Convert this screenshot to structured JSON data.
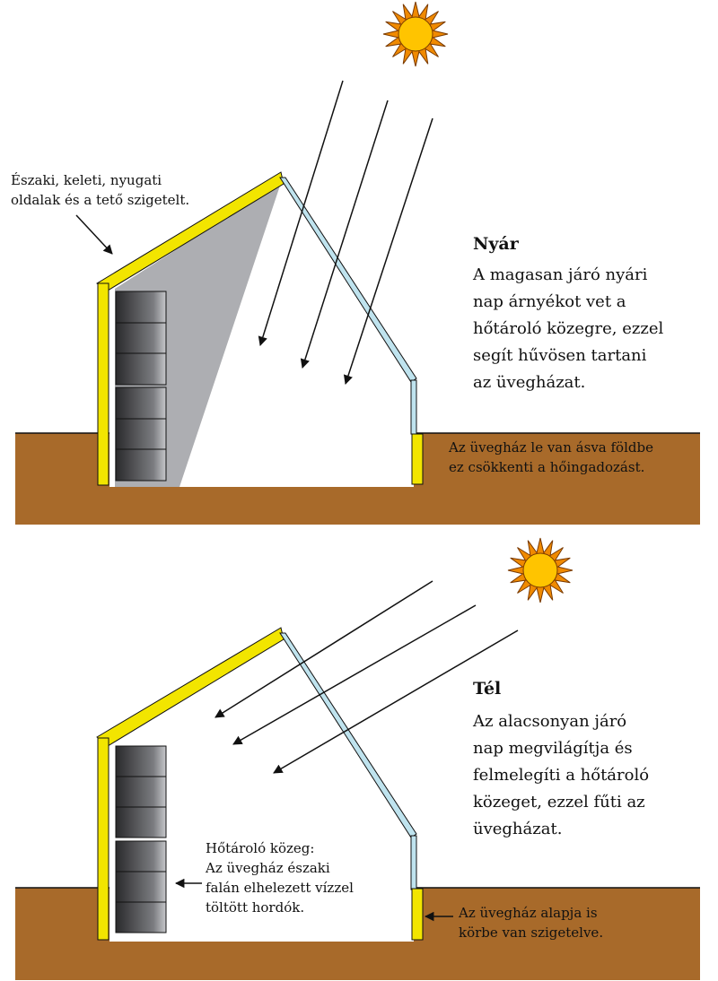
{
  "colors": {
    "ground": "#A86A2A",
    "insulation": "#F2E500",
    "glass": "#BFE3EE",
    "shadow": "#ADAEB2",
    "sun_core": "#FFC400",
    "sun_rays": "#F08A00",
    "barrel_dark": "#2a2a2c",
    "barrel_light": "#c7c8cb"
  },
  "icons": [
    "sun-icon",
    "barrel-icon",
    "arrow-icon"
  ],
  "summer": {
    "callout": [
      "Északi, keleti, nyugati",
      "oldalak és a tető szigetelt."
    ],
    "title": "Nyár",
    "description": [
      "A magasan járó nyári",
      "nap árnyékot vet a",
      "hőtároló közegre, ezzel",
      "segít hűvösen tartani",
      "az üvegházat."
    ],
    "ground_note": [
      "Az üvegház le van ásva földbe",
      "ez csökkenti a hőingadozást."
    ]
  },
  "winter": {
    "title": "Tél",
    "description": [
      "Az alacsonyan járó",
      "nap megvilágítja és",
      "felmelegíti a hőtároló",
      "közeget, ezzel fűti az",
      "üvegházat."
    ],
    "barrel_note": [
      "Hőtároló közeg:",
      "Az üvegház északi",
      "falán elhelezett vízzel",
      "töltött hordók."
    ],
    "ground_note": [
      "Az üvegház alapja is",
      "körbe van szigetelve."
    ]
  }
}
